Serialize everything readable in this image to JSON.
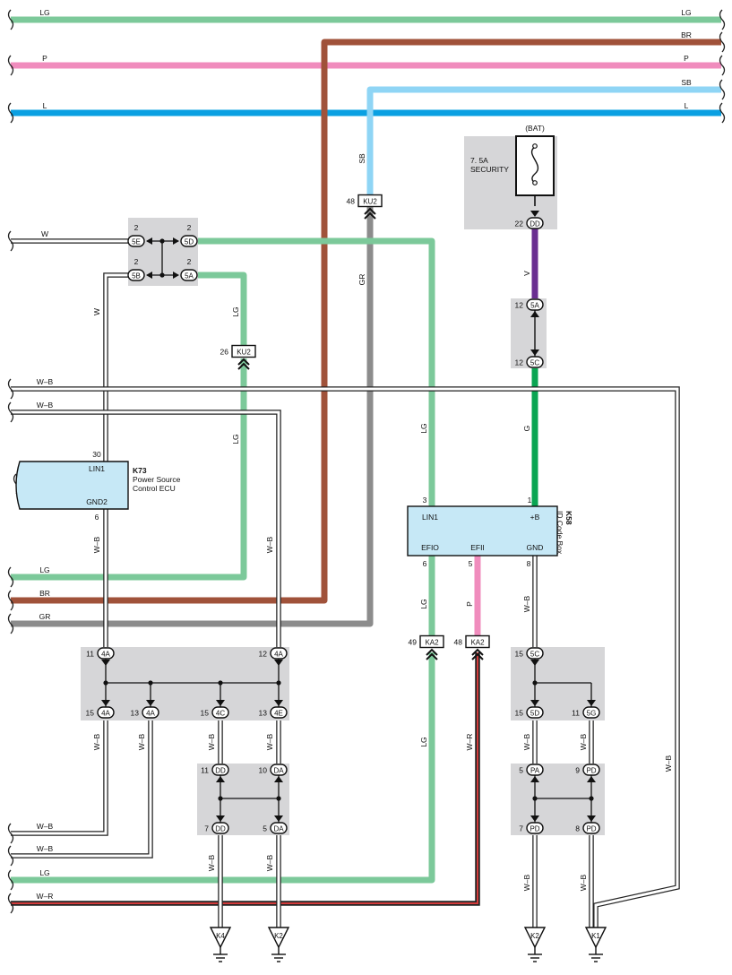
{
  "colors": {
    "LG": "#7cc99a",
    "P": "#f08cbd",
    "L": "#0aa0e2",
    "SB": "#8fd5f5",
    "BR": "#a0523a",
    "GR": "#8c8c8c",
    "V": "#6a2f91",
    "G": "#0aa552",
    "W-R": "#d23c3c",
    "panel": "#d6d6d8",
    "ecu": "#c6e8f6"
  },
  "buses": {
    "LG": "LG",
    "BR": "BR",
    "P": "P",
    "SB": "SB",
    "L": "L"
  },
  "fuse": {
    "source": "(BAT)",
    "rating": "7. 5A",
    "name": "SECURITY"
  },
  "ecu_k73": {
    "id": "K73",
    "name_line1": "Power Source",
    "name_line2": "Control ECU",
    "pin_lin1": "LIN1",
    "pin_gnd2": "GND2",
    "pin_lin1_no": "30",
    "pin_gnd2_no": "6"
  },
  "ecu_k58": {
    "id": "K58",
    "name": "ID Code Box",
    "pin_lin1": "LIN1",
    "pin_b": "+B",
    "pin_efio": "EFIO",
    "pin_efii": "EFII",
    "pin_gnd": "GND",
    "pin_lin1_no": "3",
    "pin_b_no": "1",
    "pin_efio_no": "6",
    "pin_efii_no": "5",
    "pin_gnd_no": "8"
  },
  "junction_5": {
    "5E": "5E",
    "5D": "5D",
    "5B": "5B",
    "5A": "5A",
    "pin_5E": "2",
    "pin_5D": "2",
    "pin_5B": "2",
    "pin_5A": "2"
  },
  "connectors": {
    "ku2_top": "KU2",
    "ku2_top_pin": "48",
    "ku2_mid": "KU2",
    "ku2_mid_pin": "26",
    "dd_fuse": "DD",
    "dd_fuse_pin": "22",
    "j5a_r": "5A",
    "j5a_r_pin": "12",
    "j5c_r": "5C",
    "j5c_r_pin": "12",
    "ka2_a": "KA2",
    "ka2_a_pin": "49",
    "ka2_b": "KA2",
    "ka2_b_pin": "48"
  },
  "junction_4": {
    "top_l": "4A",
    "top_l_pin": "11",
    "top_r": "4A",
    "top_r_pin": "12",
    "b1": "4A",
    "b1_pin": "15",
    "b2": "4A",
    "b2_pin": "13",
    "b3": "4C",
    "b3_pin": "15",
    "b4": "4E",
    "b4_pin": "13"
  },
  "junction_d": {
    "t1": "DD",
    "t1_pin": "11",
    "t2": "DA",
    "t2_pin": "10",
    "b1": "DD",
    "b1_pin": "7",
    "b2": "DA",
    "b2_pin": "5"
  },
  "junction_5cd": {
    "top": "5C",
    "top_pin": "15",
    "b1": "5D",
    "b1_pin": "15",
    "b2": "5G",
    "b2_pin": "11"
  },
  "junction_p": {
    "t1": "PA",
    "t1_pin": "5",
    "t2": "PD",
    "t2_pin": "9",
    "b1": "PD",
    "b1_pin": "7",
    "b2": "PD",
    "b2_pin": "8"
  },
  "wire_labels": {
    "w_left": "W",
    "w_vert": "W",
    "lg_vert1": "LG",
    "lg_vert2": "LG",
    "sb_vert": "SB",
    "gr_vert": "GR",
    "v_vert": "V",
    "g_vert": "G",
    "lg_k58_in": "LG",
    "wb_left1": "W–B",
    "wb_left2": "W–B",
    "wb_k73": "W–B",
    "wb_mid": "W–B",
    "lg_left": "LG",
    "br_left": "BR",
    "gr_left": "GR",
    "lg_efio": "LG",
    "p_efii": "P",
    "wb_gnd": "W–B",
    "wb_4a1": "W–B",
    "wb_4a2": "W–B",
    "wb_4c": "W–B",
    "wb_4e": "W–B",
    "lg_down": "LG",
    "wr_down": "W–R",
    "wb_5d": "W–B",
    "wb_5g": "W–B",
    "wb_right": "W–B",
    "wb_bl1": "W–B",
    "wb_bl2": "W–B",
    "lg_bl": "LG",
    "wr_bl": "W–R",
    "wb_g1": "W–B",
    "wb_g2": "W–B",
    "wb_g3": "W–B",
    "wb_g4": "W–B"
  },
  "grounds": [
    "K4",
    "K2",
    "K2",
    "K1"
  ]
}
